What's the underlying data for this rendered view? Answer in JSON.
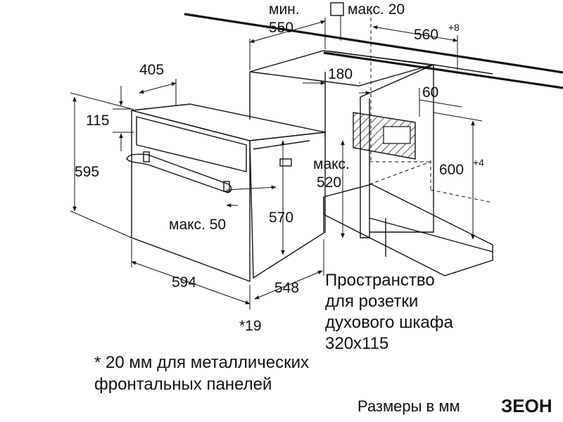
{
  "dimensions": {
    "min_label": "мин.",
    "min_550": "550",
    "max20": "макс. 20",
    "d560": "560",
    "d560_tol": "+8",
    "d405": "405",
    "d180": "180",
    "d60": "60",
    "d115": "115",
    "d595": "595",
    "d600": "600",
    "d600_tol": "+4",
    "max520_a": "макс.",
    "max520_b": "520",
    "max50": "макс. 50",
    "d570": "570",
    "d594": "594",
    "d548": "548",
    "d19": "*19"
  },
  "notes": {
    "socket_line1": "Пространство",
    "socket_line2": "для розетки",
    "socket_line3": "духового шкафа",
    "socket_line4": "320x115",
    "metal_line1": "* 20 мм для металлических",
    "metal_line2": "фронтальных панелей",
    "units": "Размеры в мм"
  },
  "logo": {
    "text": "ЗЕОН"
  },
  "colors": {
    "ink": "#111111",
    "background": "#ffffff"
  }
}
